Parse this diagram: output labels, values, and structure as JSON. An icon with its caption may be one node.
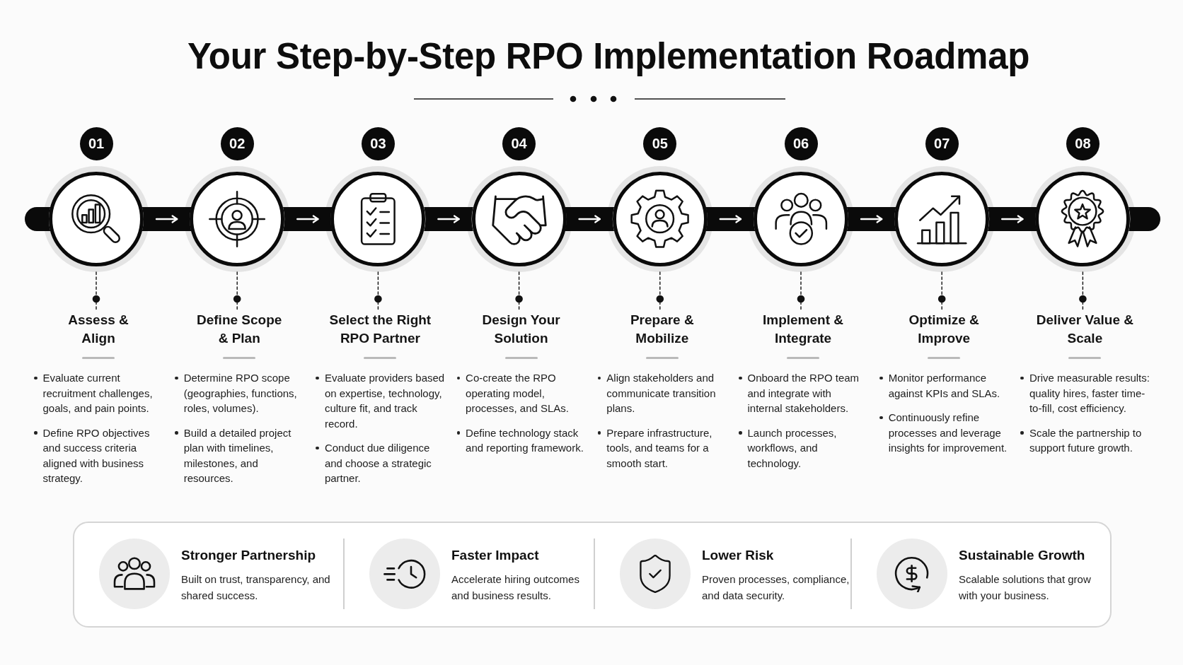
{
  "diagram": {
    "title": "Your Step-by-Step RPO Implementation Roadmap",
    "nodes": [
      {
        "text": [
          "01"
        ]
      },
      {
        "text": [
          "02"
        ]
      },
      {
        "text": [
          "03"
        ]
      },
      {
        "text": [
          "04"
        ]
      },
      {
        "text": [
          "05"
        ]
      },
      {
        "text": [
          "06"
        ]
      },
      {
        "text": [
          "07"
        ]
      },
      {
        "text": [
          "08"
        ]
      },
      {
        "text": [],
        "shape": "circle"
      },
      {
        "text": [],
        "shape": "circle"
      },
      {
        "text": [],
        "shape": "circle"
      },
      {
        "text": [],
        "shape": "circle"
      },
      {
        "text": [],
        "shape": "circle"
      },
      {
        "text": [],
        "shape": "circle"
      },
      {
        "text": [],
        "shape": "circle"
      },
      {
        "text": [],
        "shape": "circle"
      },
      {
        "text": [
          "Assess & Align",
          "Evaluate current recruitment challenges, goals, and pain points.",
          "Define RPO objectives and success criteria aligned with business strategy."
        ]
      },
      {
        "text": [
          "Define Scope & Plan",
          "Determine RPO scope (geographies, functions, roles, volumes).",
          "Build a detailed project plan with timelines, milestones, and resources."
        ]
      },
      {
        "text": [
          "Select the Right RPO Partner",
          "Evaluate providers based on expertise, technology, culture fit, and track record.",
          "Conduct due diligence and choose a strategic partner."
        ]
      },
      {
        "text": [
          "Design Your Solution",
          "Co-create the RPO operating model, processes, and SLAs.",
          "Define technology stack and reporting framework."
        ]
      },
      {
        "text": [
          "Prepare & Mobilize",
          "Align stakeholders and communicate transition plans.",
          "Prepare infrastructure, tools, and teams for a smooth start."
        ]
      },
      {
        "text": [
          "Implement & Integrate",
          "Onboard the RPO team and integrate with internal stakeholders.",
          "Launch processes, workflows, and technology."
        ]
      },
      {
        "text": [
          "Optimize & Improve",
          "Monitor performance against KPIs and SLAs.",
          "Continuously refine processes and leverage insights for improvement."
        ]
      },
      {
        "text": [
          "Deliver Value & Scale",
          "Drive measurable results: quality hires, faster time-to-fill, cost efficiency.",
          "Scale the partnership to support future growth."
        ]
      },
      {
        "text": [],
        "shape": "box"
      },
      {
        "text": [
          "Stronger Partnership",
          "Built on trust, transparency, and shared success."
        ],
        "in": 24
      },
      {
        "text": [
          "Faster Impact",
          "Accelerate hiring outcomes and business results."
        ],
        "in": 24
      },
      {
        "text": [
          "Lower Risk",
          "Proven processes, compliance, and data security."
        ],
        "in": 24
      },
      {
        "text": [
          "Sustainable Growth",
          "Scalable solutions that grow with your business."
        ],
        "in": 24
      }
    ],
    "edges": [
      {
        "from": 8,
        "to": 9,
        "arrow": "to",
        "color": "#ffffff"
      },
      {
        "from": 9,
        "to": 10,
        "arrow": "to",
        "color": "#ffffff"
      },
      {
        "from": 10,
        "to": 11,
        "arrow": "to",
        "color": "#ffffff"
      },
      {
        "from": 11,
        "to": 12,
        "arrow": "to",
        "color": "#ffffff"
      },
      {
        "from": 12,
        "to": 13,
        "arrow": "to",
        "color": "#ffffff"
      },
      {
        "from": 13,
        "to": 14,
        "arrow": "to",
        "color": "#ffffff"
      },
      {
        "from": 14,
        "to": 15,
        "arrow": "to",
        "color": "#ffffff"
      },
      {
        "from": 8,
        "to": 16,
        "arrow": "other",
        "style": "dashed"
      },
      {
        "from": 9,
        "to": 17,
        "arrow": "other",
        "style": "dashed"
      },
      {
        "from": 10,
        "to": 18,
        "arrow": "other",
        "style": "dashed"
      },
      {
        "from": 11,
        "to": 19,
        "arrow": "other",
        "style": "dashed"
      },
      {
        "from": 12,
        "to": 20,
        "arrow": "other",
        "style": "dashed"
      },
      {
        "from": 13,
        "to": 21,
        "arrow": "other",
        "style": "dashed"
      },
      {
        "from": 14,
        "to": 22,
        "arrow": "other",
        "style": "dashed"
      },
      {
        "from": 15,
        "to": 23,
        "arrow": "other",
        "style": "dashed"
      }
    ]
  }
}
